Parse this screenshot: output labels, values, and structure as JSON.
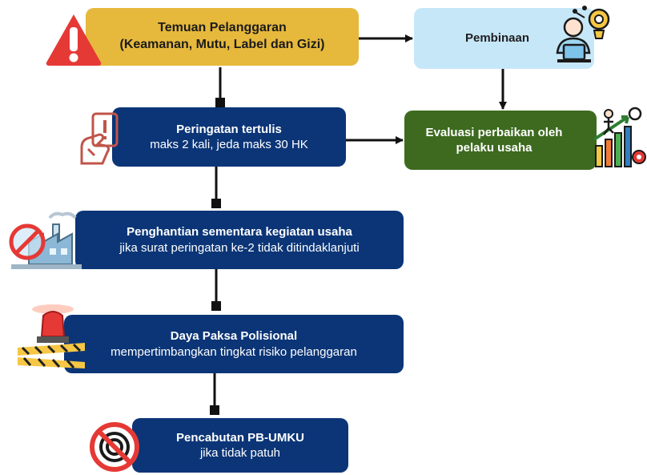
{
  "nodes": {
    "temuan": {
      "title": "Temuan Pelanggaran",
      "subtitle": "(Keamanan, Mutu, Label dan Gizi)"
    },
    "pembinaan": {
      "title": "Pembinaan"
    },
    "evaluasi": {
      "title": "Evaluasi perbaikan oleh pelaku usaha"
    },
    "peringatan": {
      "title": "Peringatan tertulis",
      "subtitle": "maks 2 kali, jeda maks 30 HK"
    },
    "penghentian": {
      "title": "Penghantian sementara kegiatan usaha",
      "subtitle": "jika surat peringatan ke-2 tidak ditindaklanjuti"
    },
    "daya_paksa": {
      "title": "Daya Paksa Polisional",
      "subtitle": "mempertimbangkan tingkat risiko pelanggaran"
    },
    "pencabutan": {
      "title": "Pencabutan PB-UMKU",
      "subtitle": "jika tidak patuh"
    }
  },
  "icons": {
    "temuan": "warning-icon",
    "pembinaan": "consultant-icon",
    "evaluasi": "growth-chart-icon",
    "peringatan": "warning-card-icon",
    "penghentian": "factory-prohibited-icon",
    "daya_paksa": "police-siren-icon",
    "pencabutan": "revoke-prohibited-icon"
  },
  "colors": {
    "navy": "#0b3577",
    "gold": "#e6b83c",
    "light_blue": "#c6e7f8",
    "green": "#3d6a1f",
    "red": "#e53935"
  }
}
